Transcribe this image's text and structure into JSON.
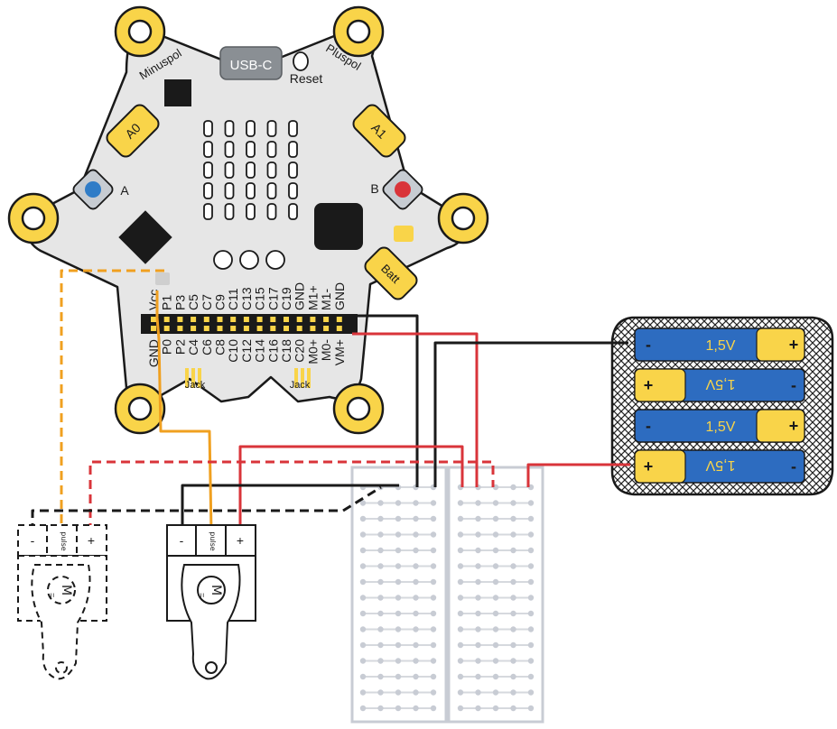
{
  "board": {
    "usb_label": "USB-C",
    "reset_label": "Reset",
    "minus_label": "Minuspol",
    "plus_label": "Pluspol",
    "a0_label": "A0",
    "a1_label": "A1",
    "batt_label": "Batt",
    "button_a_label": "A",
    "button_b_label": "B",
    "jack_left_label": "Jack",
    "jack_right_label": "Jack",
    "top_pins": [
      "Vcc",
      "P1",
      "P3",
      "C5",
      "C7",
      "C9",
      "C11",
      "C13",
      "C15",
      "C17",
      "C19",
      "GND",
      "M1+",
      "M1-",
      "GND"
    ],
    "bottom_pins": [
      "GND",
      "P0",
      "P2",
      "C4",
      "C6",
      "C8",
      "C10",
      "C12",
      "C14",
      "C16",
      "C18",
      "C20",
      "M0+",
      "M0-",
      "VM+"
    ],
    "colors": {
      "pad": "#f9d449",
      "board": "#e8e8e8",
      "button_a": "#2f7cc7",
      "button_b": "#d9343a"
    }
  },
  "battery": {
    "cells": [
      {
        "voltage": "1,5V",
        "left_sign": "-",
        "right_sign": "+"
      },
      {
        "voltage": "1,5V",
        "left_sign": "+",
        "right_sign": "-"
      },
      {
        "voltage": "1,5V",
        "left_sign": "-",
        "right_sign": "+"
      },
      {
        "voltage": "1,5V",
        "left_sign": "+",
        "right_sign": "-"
      }
    ],
    "colors": {
      "cell": "#2d6cc0",
      "cap": "#f9d449"
    }
  },
  "servo_solid": {
    "minus": "-",
    "pulse": "pulse",
    "plus": "+",
    "motor": "M"
  },
  "servo_dashed": {
    "minus": "-",
    "pulse": "pulse",
    "plus": "+",
    "motor": "M"
  },
  "wire_colors": {
    "black": "#1a1a1a",
    "red": "#d9343a",
    "orange": "#f0a020"
  }
}
